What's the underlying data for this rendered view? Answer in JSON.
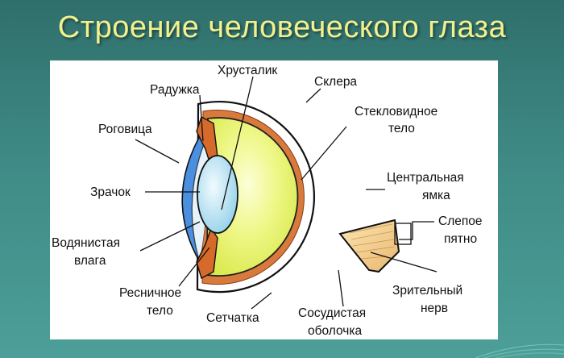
{
  "title": "Строение человеческого глаза",
  "labels": {
    "lens": "Хрусталик",
    "sclera": "Склера",
    "iris": "Радужка",
    "vitreous_1": "Стекловидное",
    "vitreous_2": "тело",
    "cornea": "Роговица",
    "fovea_1": "Центральная",
    "fovea_2": "ямка",
    "pupil": "Зрачок",
    "blind_spot_1": "Слепое",
    "blind_spot_2": "пятно",
    "aqueous_1": "Водянистая",
    "aqueous_2": "влага",
    "ciliary_1": "Ресничное",
    "ciliary_2": "тело",
    "optic_nerve_1": "Зрительный",
    "optic_nerve_2": "нерв",
    "retina": "Сетчатка",
    "choroid_1": "Сосудистая",
    "choroid_2": "оболочка"
  },
  "colors": {
    "title": "#f3f08e",
    "background": "#3f8a85",
    "sclera": "#ffffff",
    "choroid": "#d77a3c",
    "vitreous": "#e9f46a",
    "lens": "#bfe6f2",
    "cornea": "#4a8fe0",
    "optic_nerve": "#f0c98a"
  }
}
